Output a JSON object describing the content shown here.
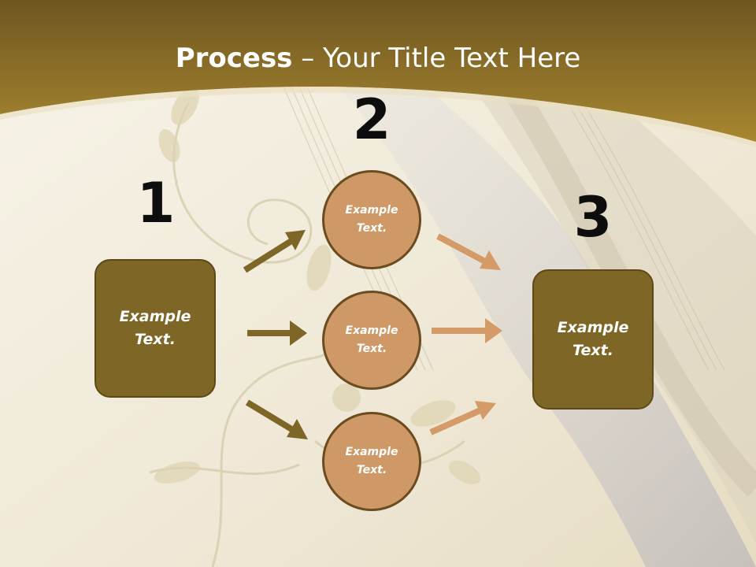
{
  "title": {
    "bold": "Process",
    "rest": " – Your Title Text Here"
  },
  "numbers": [
    "1",
    "2",
    "3"
  ],
  "left_box": {
    "text": "Example Text."
  },
  "circles": [
    {
      "text": "Example Text."
    },
    {
      "text": "Example Text."
    },
    {
      "text": "Example Text."
    }
  ],
  "right_box": {
    "text": "Example Text."
  },
  "colors": {
    "banner": "#9a7a2c",
    "box_fill": "#7d6626",
    "circle_fill": "#cf9867",
    "left_arrow": "#7d6626",
    "right_arrow": "#d49a68"
  }
}
